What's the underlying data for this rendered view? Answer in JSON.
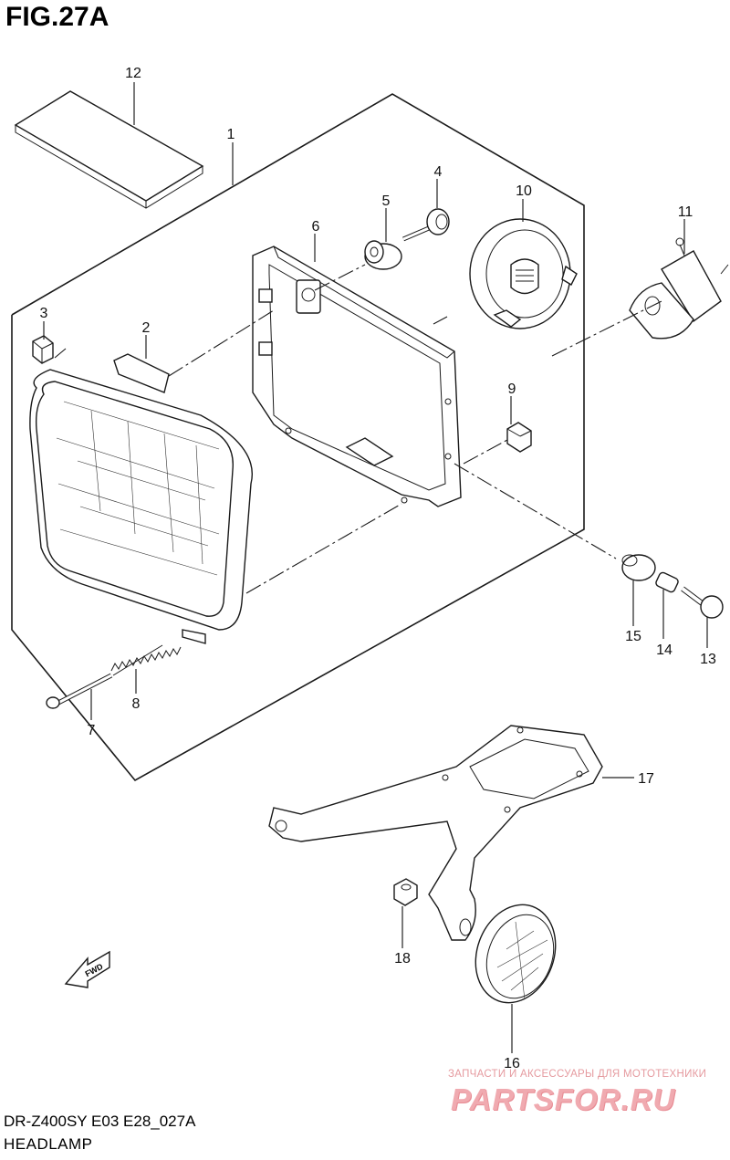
{
  "figure": {
    "title": "FIG.27A",
    "caption": "HEADLAMP",
    "model_code": "DR-Z400SY  E03  E28_027A"
  },
  "callouts": [
    "12",
    "1",
    "4",
    "5",
    "10",
    "6",
    "11",
    "3",
    "2",
    "9",
    "15",
    "14",
    "13",
    "8",
    "7",
    "17",
    "18",
    "16"
  ],
  "fwd_arrow": {
    "label": "FWD"
  },
  "watermark": {
    "tagline": "ЗАПЧАСТИ И АКСЕССУАРЫ ДЛЯ МОТОТЕХНИКИ",
    "logo": "PARTSFOR.RU"
  }
}
